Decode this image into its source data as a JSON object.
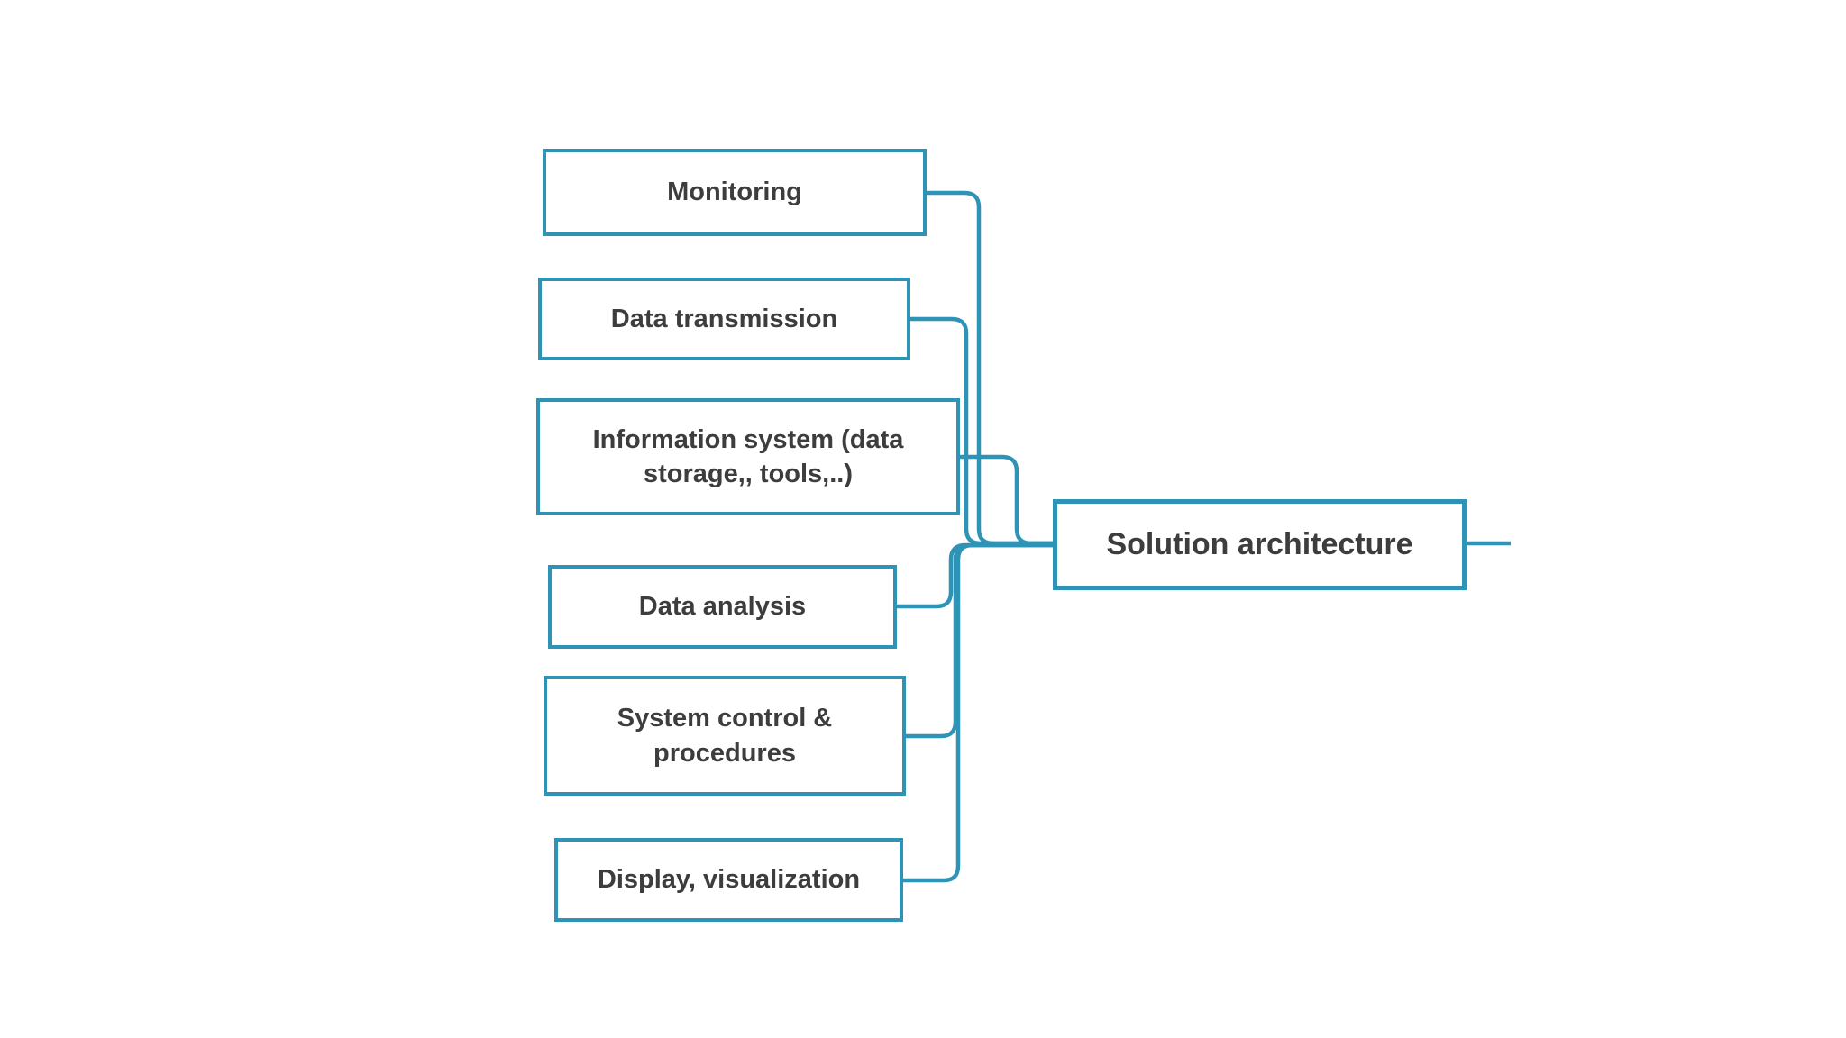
{
  "colors": {
    "accent": "#2e93b4",
    "text": "#3d3d3d",
    "background": "#ffffff"
  },
  "diagram": {
    "type": "mindmap",
    "root": {
      "label": "Solution architecture"
    },
    "children": [
      {
        "label": "Monitoring"
      },
      {
        "label": "Data transmission"
      },
      {
        "label": "Information system (data\nstorage,, tools,..)"
      },
      {
        "label": "Data analysis"
      },
      {
        "label": "System control &\nprocedures"
      },
      {
        "label": "Display, visualization"
      }
    ],
    "edges": [
      {
        "from": "Monitoring",
        "to": "Solution architecture"
      },
      {
        "from": "Data transmission",
        "to": "Solution architecture"
      },
      {
        "from": "Information system (data storage,, tools,..)",
        "to": "Solution architecture"
      },
      {
        "from": "Data analysis",
        "to": "Solution architecture"
      },
      {
        "from": "System control & procedures",
        "to": "Solution architecture"
      },
      {
        "from": "Display, visualization",
        "to": "Solution architecture"
      }
    ]
  }
}
